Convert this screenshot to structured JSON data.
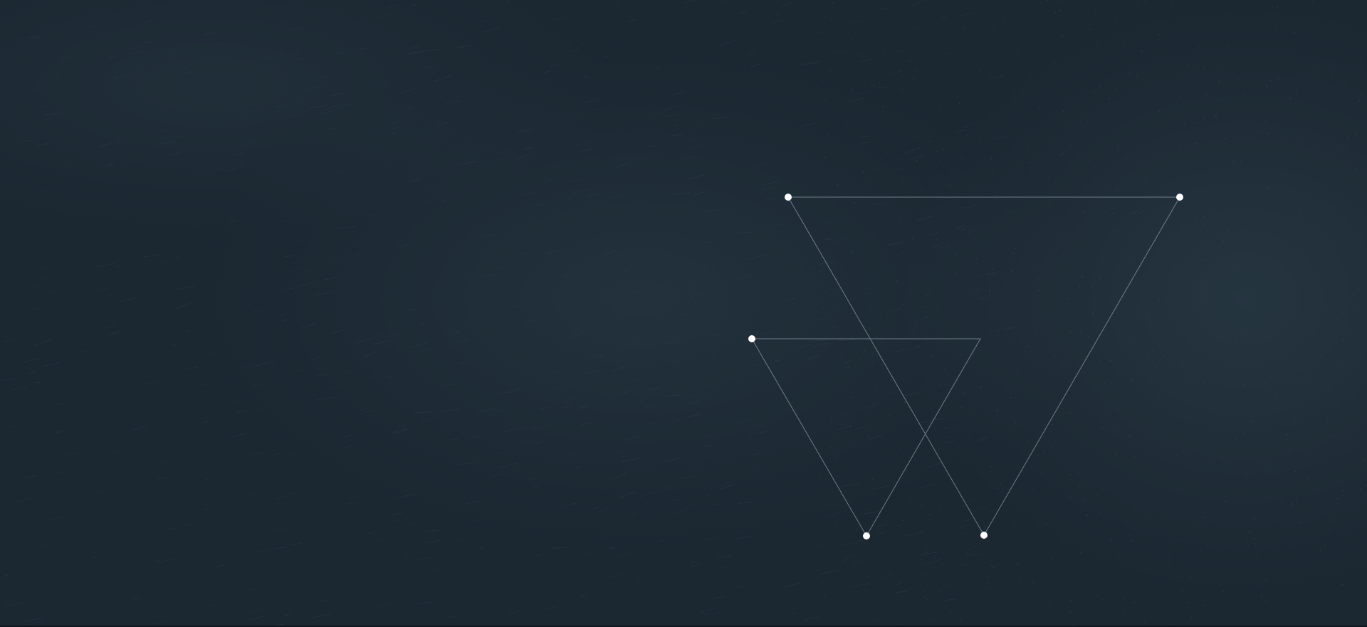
{
  "colors": {
    "background": "#1b2731",
    "line": "#8a9aa3",
    "node": "#ffffff",
    "texture": "#2f4350"
  },
  "graphic": {
    "name": "triangle-network",
    "shapes": [
      {
        "name": "large-triangle"
      },
      {
        "name": "small-triangle"
      }
    ]
  }
}
